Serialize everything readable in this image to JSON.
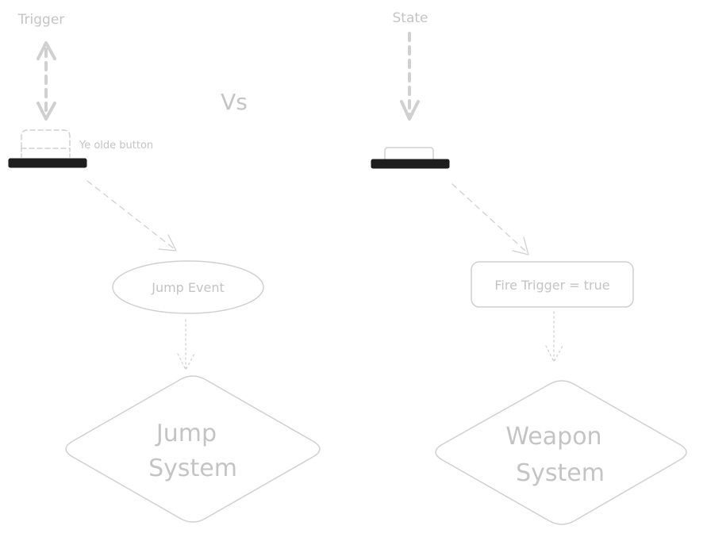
{
  "colors": {
    "ink": "#d0d0d0",
    "text": "#c4c4c4",
    "button": "#1e1e1e",
    "background": "#ffffff"
  },
  "left": {
    "top_label": "Trigger",
    "button_caption": "Ye olde button",
    "event_label": "Jump Event",
    "system_line1": "Jump",
    "system_line2": "System"
  },
  "vs_label": "Vs",
  "right": {
    "top_label": "State",
    "state_label": "Fire Trigger = true",
    "system_line1": "Weapon",
    "system_line2": "System"
  }
}
